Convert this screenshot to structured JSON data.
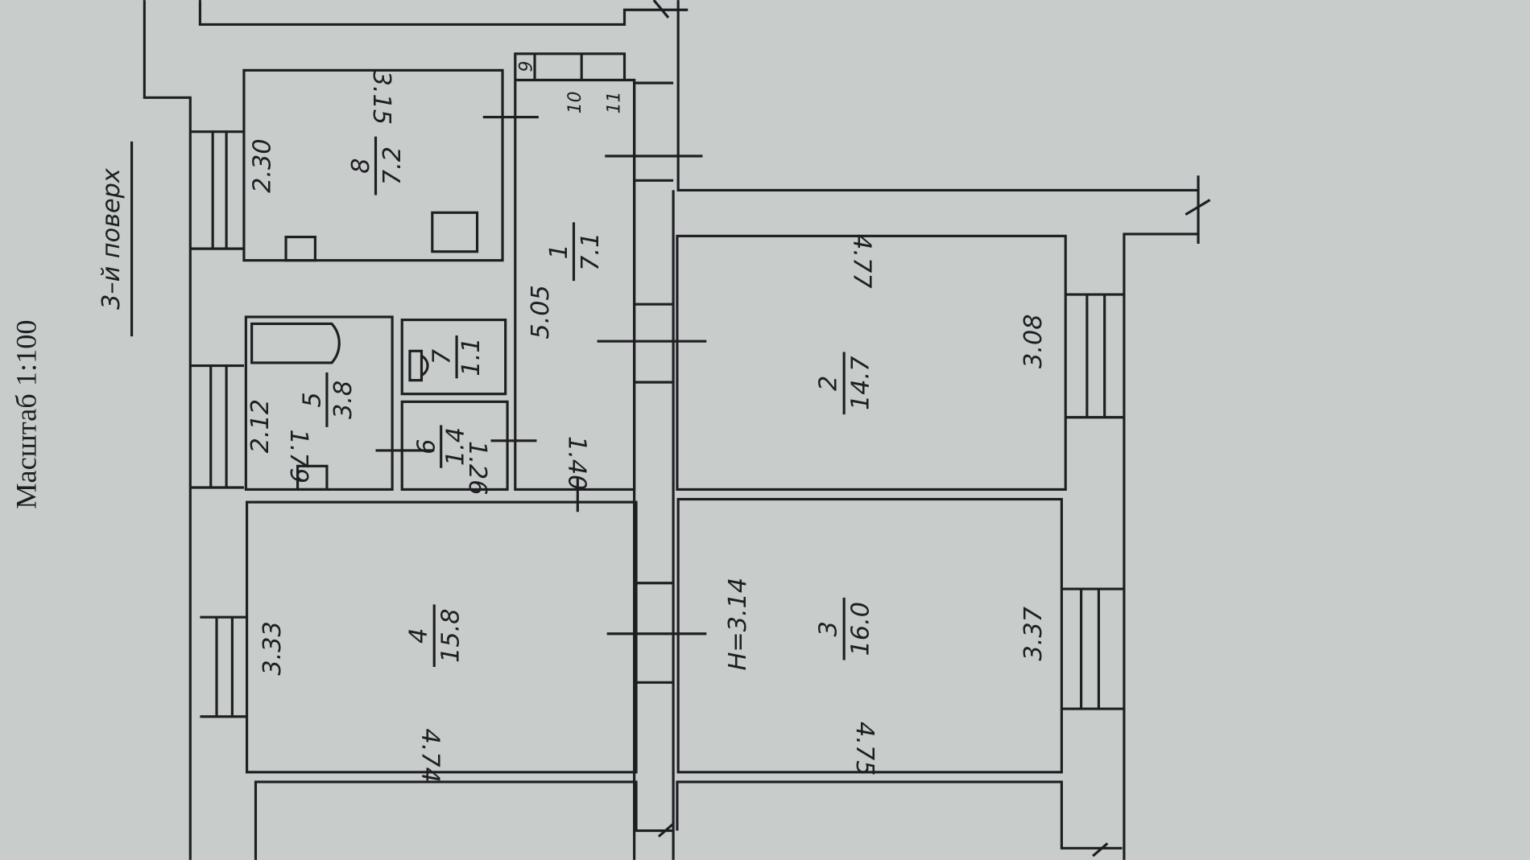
{
  "header": {
    "scale": "Масштаб 1:100",
    "floor": "3–й поверх"
  },
  "rooms": [
    {
      "number": "1",
      "area": "7.1",
      "dims": [
        "5.05",
        "1.40"
      ]
    },
    {
      "number": "2",
      "area": "14.7",
      "dims": [
        "3.08",
        "4.77"
      ]
    },
    {
      "number": "3",
      "area": "16.0",
      "dims": [
        "3.37",
        "4.75"
      ],
      "height": "H=3.14"
    },
    {
      "number": "4",
      "area": "15.8",
      "dims": [
        "3.33",
        "4.74"
      ]
    },
    {
      "number": "5",
      "area": "3.8",
      "dims": [
        "2.12",
        "1.79"
      ]
    },
    {
      "number": "6",
      "area": "1.4",
      "dims": [
        "1.26"
      ]
    },
    {
      "number": "7",
      "area": "1.1"
    },
    {
      "number": "8",
      "area": "7.2",
      "dims": [
        "2.30",
        "3.15"
      ]
    },
    {
      "number": "9"
    },
    {
      "number": "10"
    },
    {
      "number": "11"
    }
  ],
  "colors": {
    "paper": "#c8ccca",
    "ink": "#1d1f22"
  }
}
